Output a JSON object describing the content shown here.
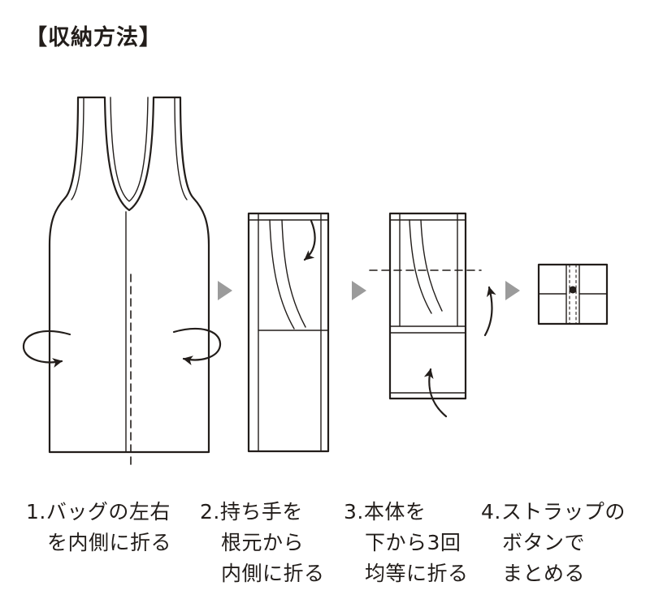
{
  "title": "【収納方法】",
  "steps": [
    {
      "caption_lines": [
        "1.バッグの左右",
        "を内側に折る"
      ]
    },
    {
      "caption_lines": [
        "2.持ち手を",
        "根元から",
        "内側に折る"
      ]
    },
    {
      "caption_lines": [
        "3.本体を",
        "下から3回",
        "均等に折る"
      ]
    },
    {
      "caption_lines": [
        "4.ストラップの",
        "ボタンで",
        "まとめる"
      ]
    }
  ],
  "colors": {
    "line": "#221d1a",
    "step_arrow": "#9b9b9b",
    "background": "#ffffff"
  }
}
